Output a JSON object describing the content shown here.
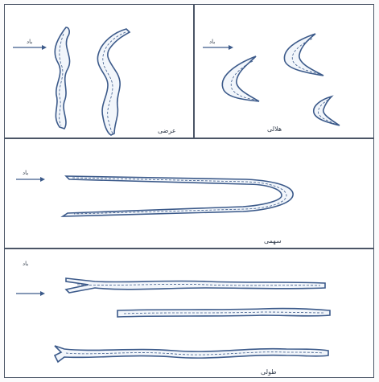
{
  "figure": {
    "ink_color": "#3c5a8a",
    "line_color": "#4b5566"
  },
  "panels": [
    {
      "id": "p1",
      "caption": "عرضی",
      "wind_label": "باد",
      "shape": "transverse-dunes"
    },
    {
      "id": "p2",
      "caption": "هلالی",
      "wind_label": "باد",
      "shape": "barchan-dunes"
    },
    {
      "id": "p3",
      "caption": "سهمی",
      "wind_label": "باد",
      "shape": "parabolic-dune"
    },
    {
      "id": "p4",
      "caption": "طولی",
      "wind_label": "باد",
      "shape": "longitudinal-dunes"
    }
  ]
}
